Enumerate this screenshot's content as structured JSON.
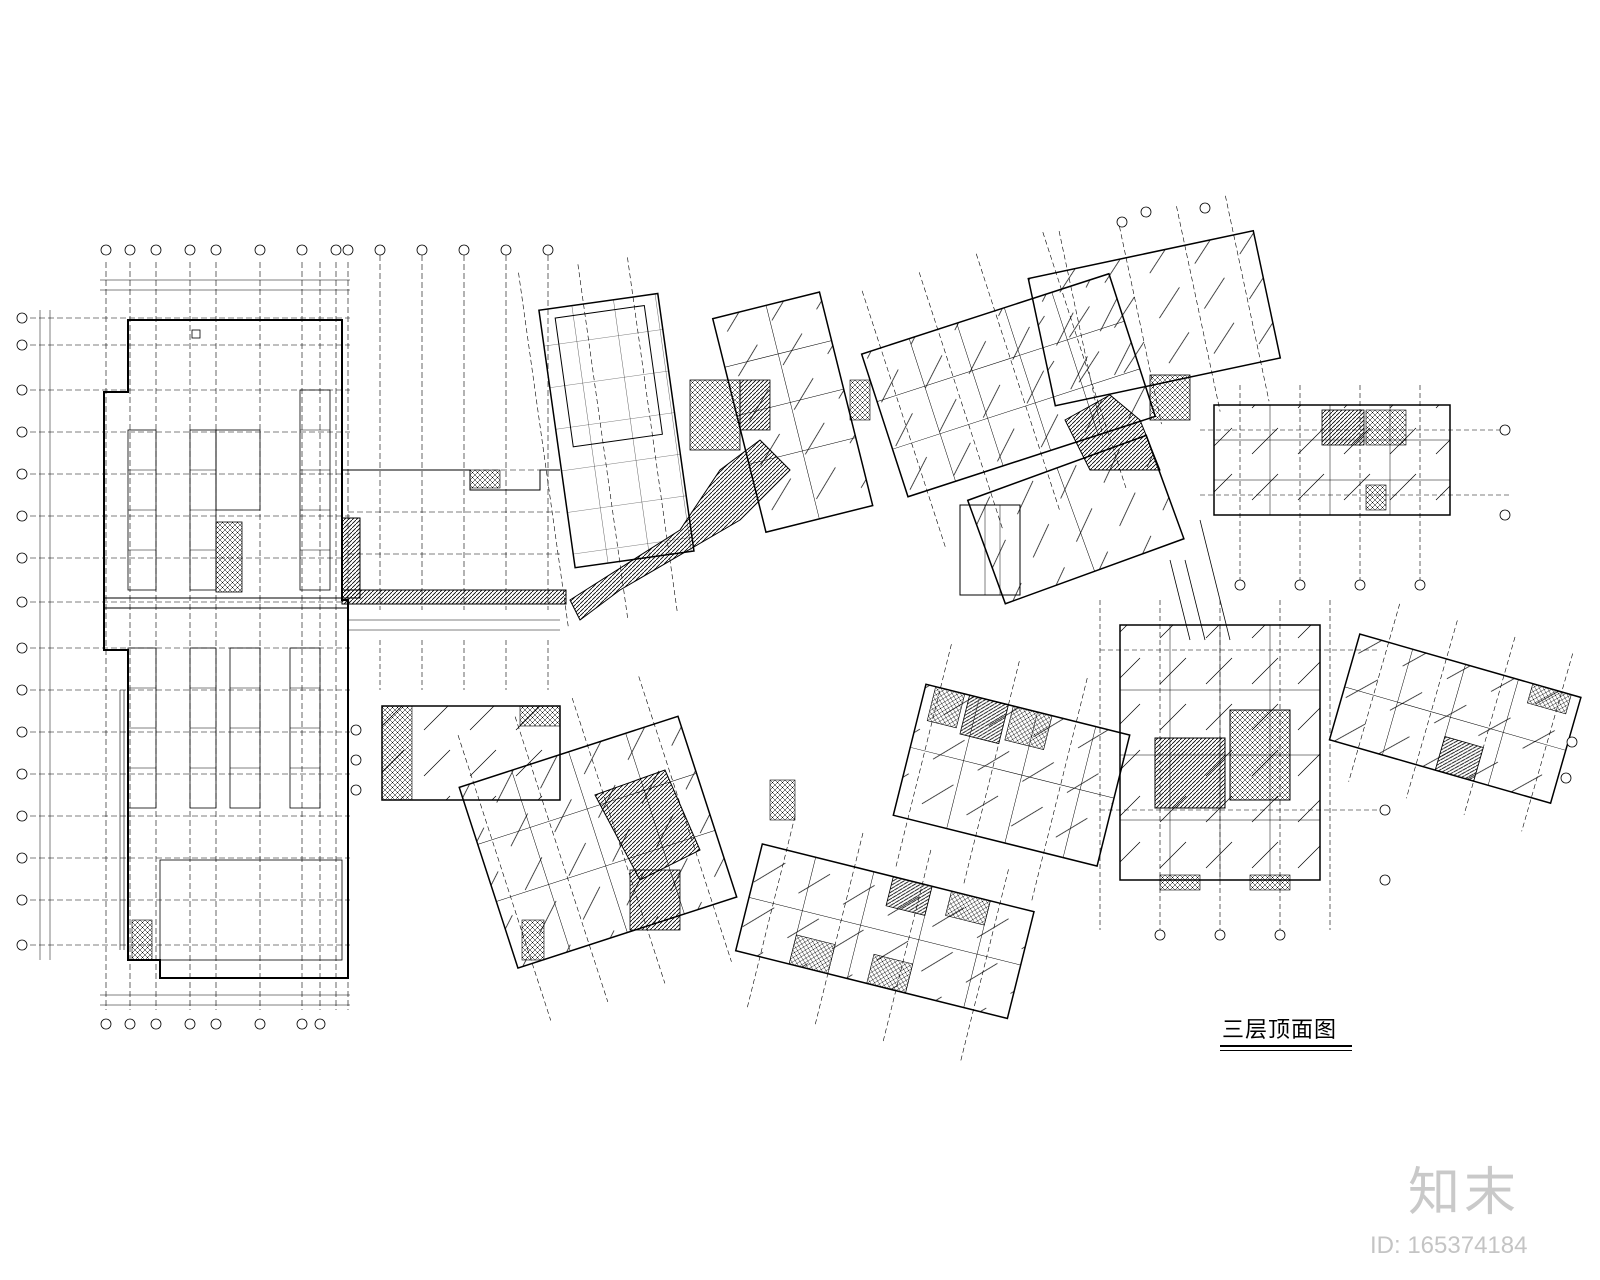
{
  "drawing": {
    "title": "三层顶面图"
  },
  "watermark": {
    "logo": "知末",
    "id": "ID: 165374184"
  }
}
